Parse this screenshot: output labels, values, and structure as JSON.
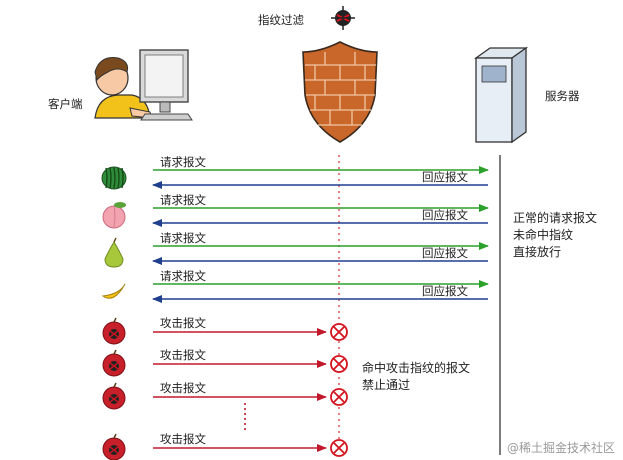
{
  "labels": {
    "client": "客户端",
    "filter": "指纹过滤",
    "server": "服务器",
    "request": "请求报文",
    "response": "回应报文",
    "attack": "攻击报文"
  },
  "notes": {
    "normal": "正常的请求报文\n未命中指纹\n直接放行",
    "blocked": "命中攻击指纹的报文\n禁止通过"
  },
  "normal_flows": [
    {
      "icon": "watermelon-icon"
    },
    {
      "icon": "peach-icon"
    },
    {
      "icon": "pear-icon"
    },
    {
      "icon": "banana-icon"
    }
  ],
  "attack_flows": [
    {
      "icon": "bad-apple-icon"
    },
    {
      "icon": "bad-apple-icon"
    },
    {
      "icon": "bad-apple-icon"
    },
    {
      "icon": "bad-apple-icon"
    }
  ],
  "colors": {
    "request_arrow": "#2aa12a",
    "response_arrow": "#1f3f8f",
    "attack_arrow": "#c2182b",
    "block_mark": "#d4141e",
    "dotted_line": "#d23030",
    "shield": "#c9662a"
  },
  "watermark": "@稀土掘金技术社区"
}
